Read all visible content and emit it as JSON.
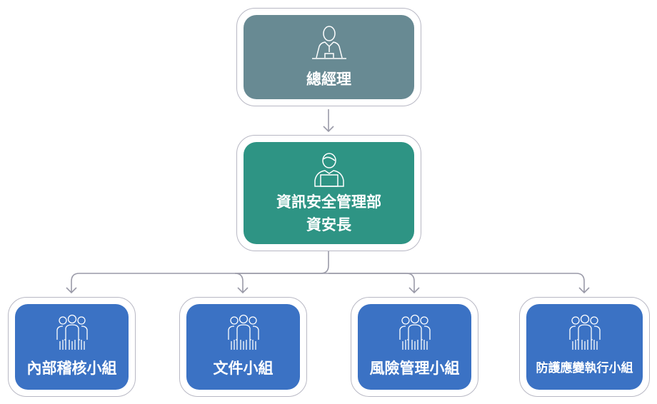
{
  "colors": {
    "gm": "#688a93",
    "ciso": "#2e9484",
    "team": "#3b72c4",
    "connector": "#9a9aa8"
  },
  "gm": {
    "label": "總經理",
    "icon": "person-at-desk-icon"
  },
  "ciso": {
    "dept": "資訊安全管理部",
    "title": "資安長",
    "icon": "person-laptop-icon"
  },
  "teams": [
    {
      "label": "內部稽核小組",
      "icon": "group-icon"
    },
    {
      "label": "文件小組",
      "icon": "group-icon"
    },
    {
      "label": "風險管理小組",
      "icon": "group-icon"
    },
    {
      "label": "防護應變執行小組",
      "icon": "group-icon"
    }
  ]
}
